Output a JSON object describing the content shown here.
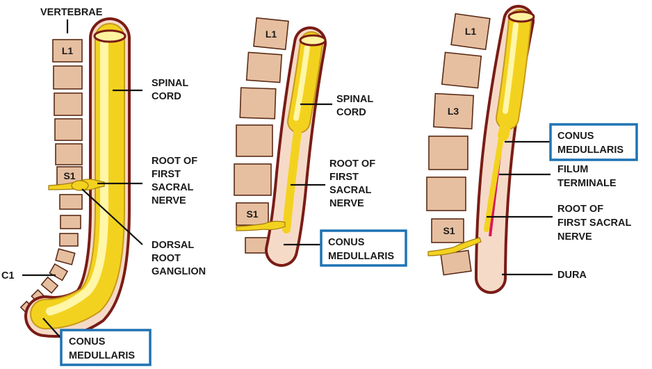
{
  "panels": [
    {
      "vertebra_labels": [
        "L1",
        "S1",
        "C1"
      ],
      "labels": {
        "vertebrae": "VERTEBRAE",
        "spinal_cord": [
          "SPINAL",
          "CORD"
        ],
        "root": [
          "ROOT OF",
          "FIRST",
          "SACRAL",
          "NERVE"
        ],
        "ganglion": [
          "DORSAL",
          "ROOT",
          "GANGLION"
        ],
        "conus": [
          "CONUS",
          "MEDULLARIS"
        ]
      }
    },
    {
      "vertebra_labels": [
        "L1",
        "S1"
      ],
      "labels": {
        "spinal_cord": [
          "SPINAL",
          "CORD"
        ],
        "root": [
          "ROOT OF",
          "FIRST",
          "SACRAL",
          "NERVE"
        ],
        "conus": [
          "CONUS",
          "MEDULLARIS"
        ]
      }
    },
    {
      "vertebra_labels": [
        "L1",
        "L3",
        "S1"
      ],
      "labels": {
        "conus": [
          "CONUS",
          "MEDULLARIS"
        ],
        "filum": [
          "FILUM",
          "TERMINALE"
        ],
        "root": [
          "ROOT OF",
          "FIRST SACRAL",
          "NERVE"
        ],
        "dura": "DURA"
      }
    }
  ],
  "colors": {
    "vertebra": "#e6bfa0",
    "dura_outline": "#7a1c16",
    "cord": "#f3d21f",
    "filum": "#d81a5a",
    "highlight_box": "#1f73b4"
  }
}
